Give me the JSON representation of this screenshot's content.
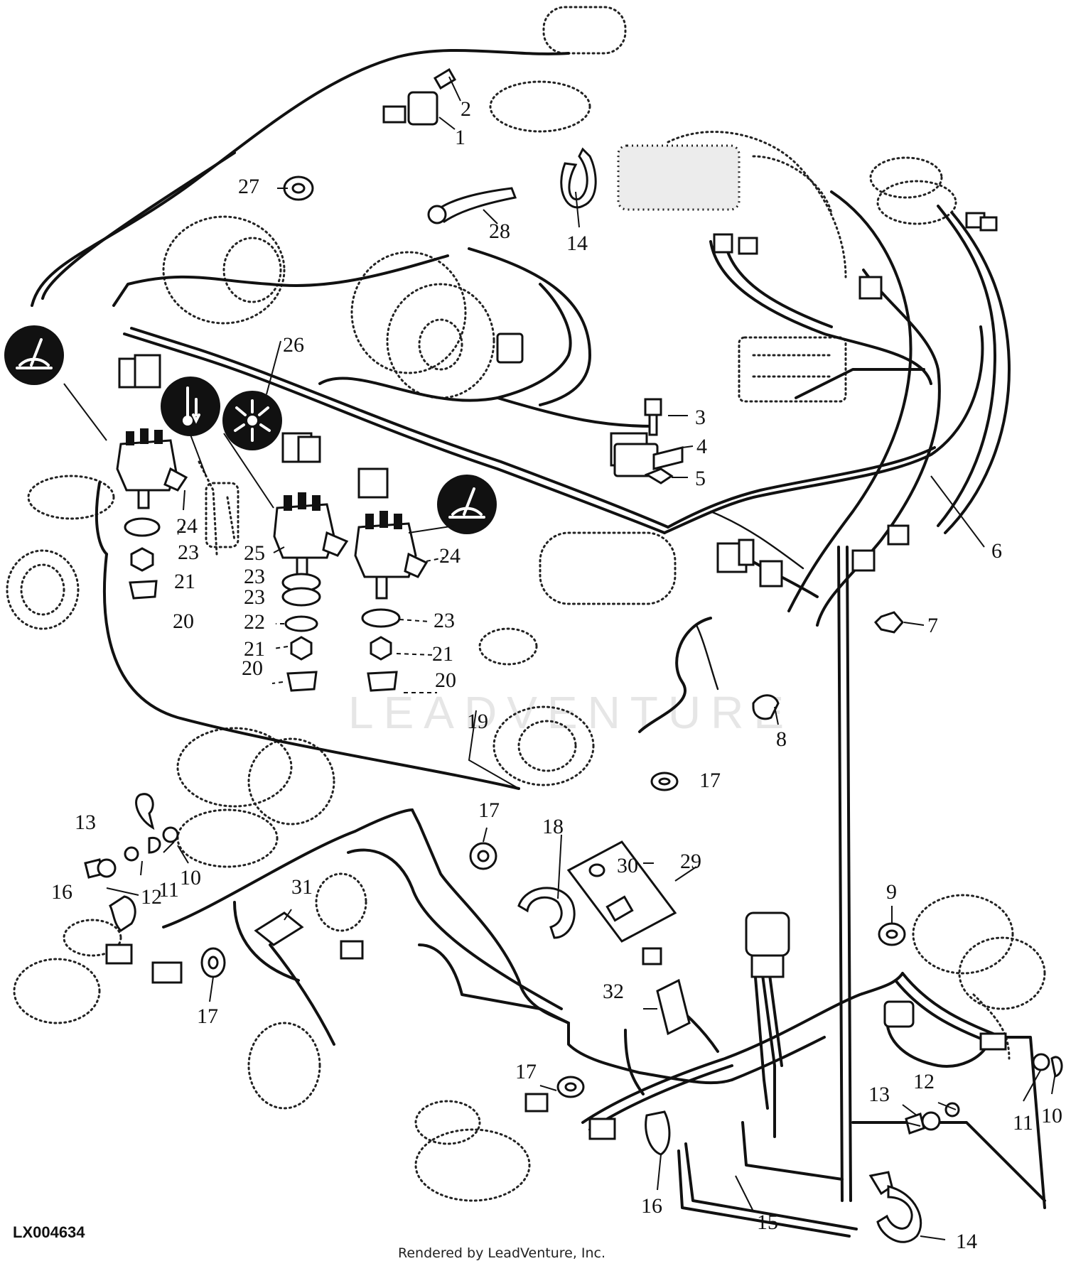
{
  "diagram": {
    "figure_code": "LX004634",
    "credit": "Rendered by LeadVenture, Inc.",
    "watermark": "LEADVENTURE",
    "callouts": [
      "1",
      "2",
      "3",
      "4",
      "5",
      "6",
      "7",
      "8",
      "9",
      "10",
      "10",
      "11",
      "11",
      "12",
      "12",
      "13",
      "13",
      "14",
      "14",
      "14",
      "15",
      "16",
      "16",
      "17",
      "17",
      "17",
      "17",
      "18",
      "19",
      "20",
      "20",
      "20",
      "21",
      "21",
      "21",
      "22",
      "23",
      "23",
      "23",
      "23",
      "24",
      "24",
      "25",
      "26",
      "27",
      "28",
      "29",
      "30",
      "31",
      "32"
    ],
    "symbols": [
      "wiper-icon",
      "temperature-icon",
      "fan-icon",
      "wiper-icon"
    ]
  }
}
